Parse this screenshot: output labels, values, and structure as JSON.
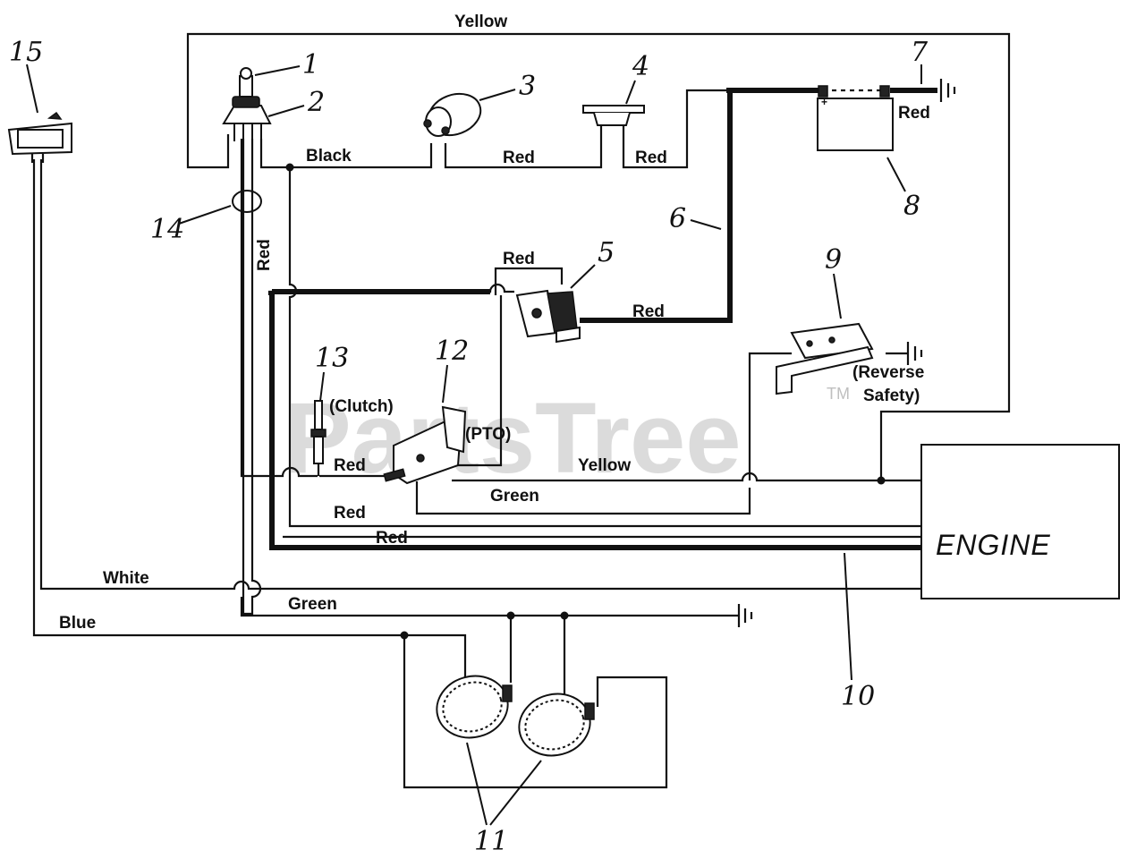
{
  "watermark": {
    "brand": "PartsTree",
    "tm": "TM"
  },
  "wire_labels": {
    "yellow_top": "Yellow",
    "black": "Black",
    "red_gauge": "Red",
    "red_switch": "Red",
    "red_battery": "Red",
    "red_vertical": "Red",
    "red_solenoid_top": "Red",
    "red_solenoid_right": "Red",
    "red_clutch": "Red",
    "yellow_mid": "Yellow",
    "green_mid": "Green",
    "red_low1": "Red",
    "red_low2": "Red",
    "white": "White",
    "green_low": "Green",
    "blue": "Blue"
  },
  "component_labels": {
    "clutch": "(Clutch)",
    "pto": "(PTO)",
    "reverse": "(Reverse",
    "safety": "Safety)",
    "engine": "ENGINE"
  },
  "callouts": [
    "1",
    "2",
    "3",
    "4",
    "5",
    "6",
    "7",
    "8",
    "9",
    "10",
    "11",
    "12",
    "13",
    "14",
    "15"
  ]
}
